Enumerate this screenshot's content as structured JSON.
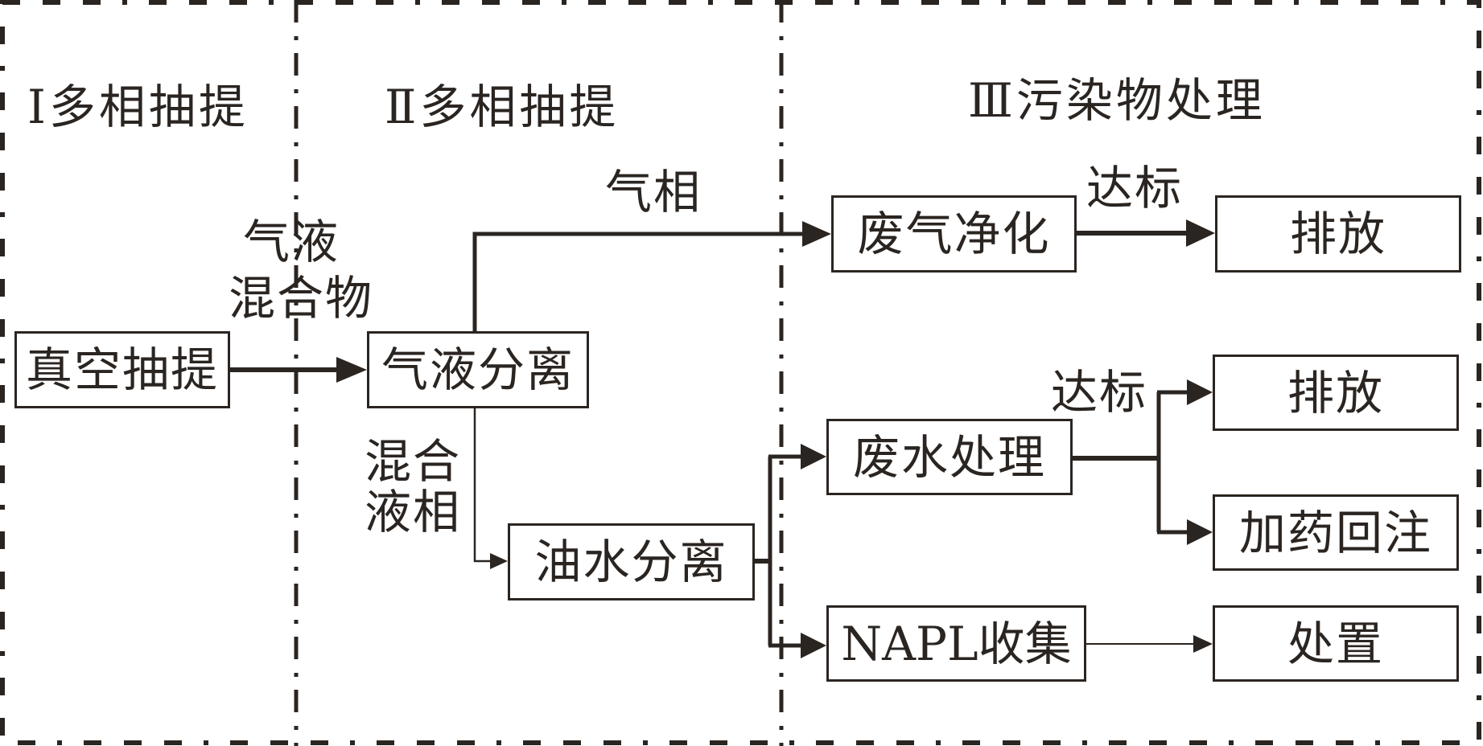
{
  "colors": {
    "ink": "#2b2521",
    "background": "#ffffff"
  },
  "stages": [
    {
      "id": "stage-1",
      "label": "Ⅰ多相抽提"
    },
    {
      "id": "stage-2",
      "label": "Ⅱ多相抽提"
    },
    {
      "id": "stage-3",
      "label": "Ⅲ污染物处理"
    }
  ],
  "nodes": {
    "vacuum_extraction": "真空抽提",
    "gas_liquid_separation": "气液分离",
    "oil_water_separation": "油水分离",
    "waste_gas_purification": "废气净化",
    "discharge_gas": "排放",
    "wastewater_treatment": "废水处理",
    "discharge_water": "排放",
    "dosing_reinjection": "加药回注",
    "napl_collection": "NAPL收集",
    "disposal": "处置"
  },
  "edge_labels": {
    "gas_liquid_mixture_line1": "气液",
    "gas_liquid_mixture_line2": "混合物",
    "gas_phase": "气相",
    "mixed_liquid_line1": "混合",
    "mixed_liquid_line2": "液相",
    "meets_standard_gas": "达标",
    "meets_standard_water": "达标"
  },
  "edges": [
    {
      "from": "vacuum_extraction",
      "to": "gas_liquid_separation",
      "label": "gas_liquid_mixture"
    },
    {
      "from": "gas_liquid_separation",
      "to": "waste_gas_purification",
      "label": "gas_phase"
    },
    {
      "from": "gas_liquid_separation",
      "to": "oil_water_separation",
      "label": "mixed_liquid"
    },
    {
      "from": "waste_gas_purification",
      "to": "discharge_gas",
      "label": "meets_standard_gas"
    },
    {
      "from": "oil_water_separation",
      "to": "wastewater_treatment"
    },
    {
      "from": "oil_water_separation",
      "to": "napl_collection"
    },
    {
      "from": "wastewater_treatment",
      "to": "discharge_water",
      "label": "meets_standard_water"
    },
    {
      "from": "wastewater_treatment",
      "to": "dosing_reinjection"
    },
    {
      "from": "napl_collection",
      "to": "disposal"
    }
  ]
}
